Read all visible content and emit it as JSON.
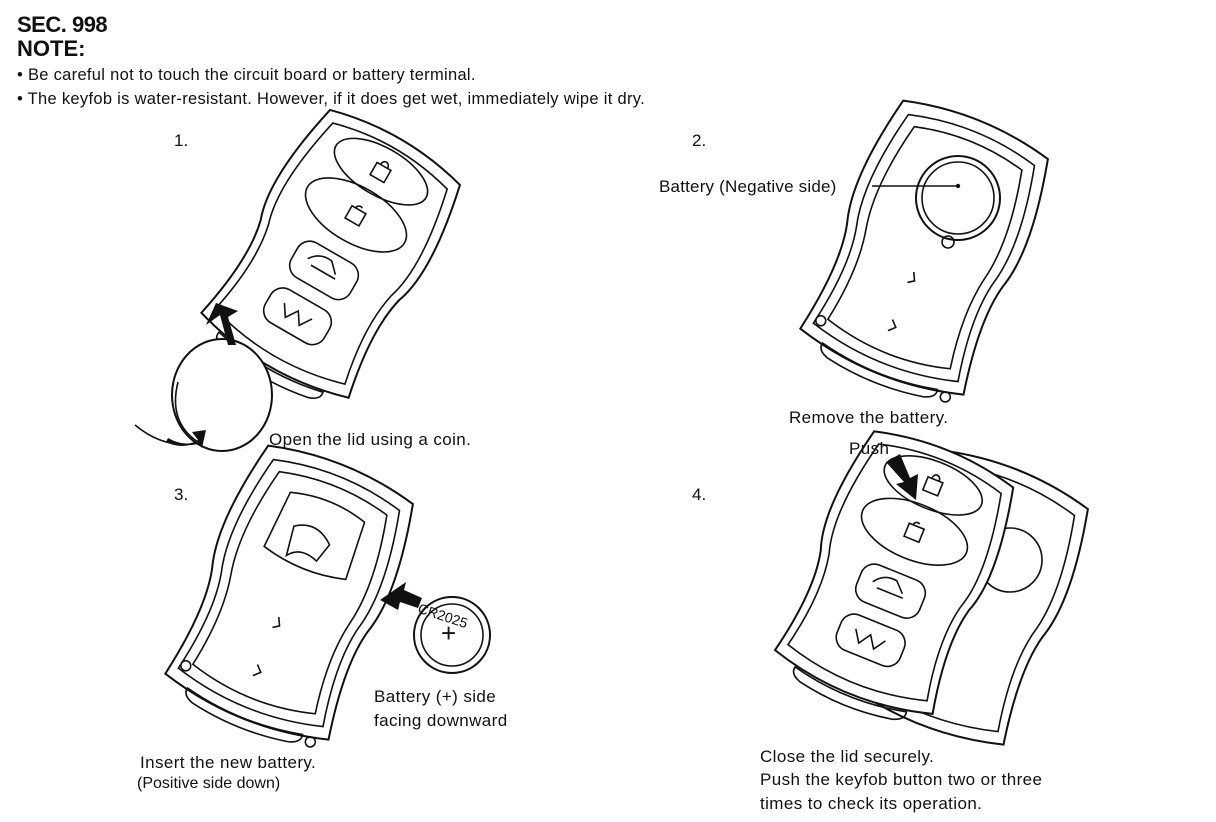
{
  "header": {
    "section": "SEC. 998",
    "note_title": "NOTE:",
    "bullets": [
      "• Be careful not to touch the circuit board or battery terminal.",
      "• The keyfob is water-resistant. However, if it does get wet, immediately wipe it dry."
    ]
  },
  "steps": [
    {
      "number": "1.",
      "caption": "Open the lid using a coin."
    },
    {
      "number": "2.",
      "callout": "Battery (Negative side)",
      "caption": "Remove the battery."
    },
    {
      "number": "3.",
      "caption": "Insert the new battery.",
      "subcaption": "(Positive side down)",
      "battery_label": "CR2025",
      "battery_sign": "+",
      "battery_note": [
        "Battery (+) side",
        "facing  downward"
      ]
    },
    {
      "number": "4.",
      "push_label": "Push",
      "caption_lines": [
        "Close the lid securely.",
        "Push the keyfob button two or three",
        "times to check its operation."
      ]
    }
  ]
}
